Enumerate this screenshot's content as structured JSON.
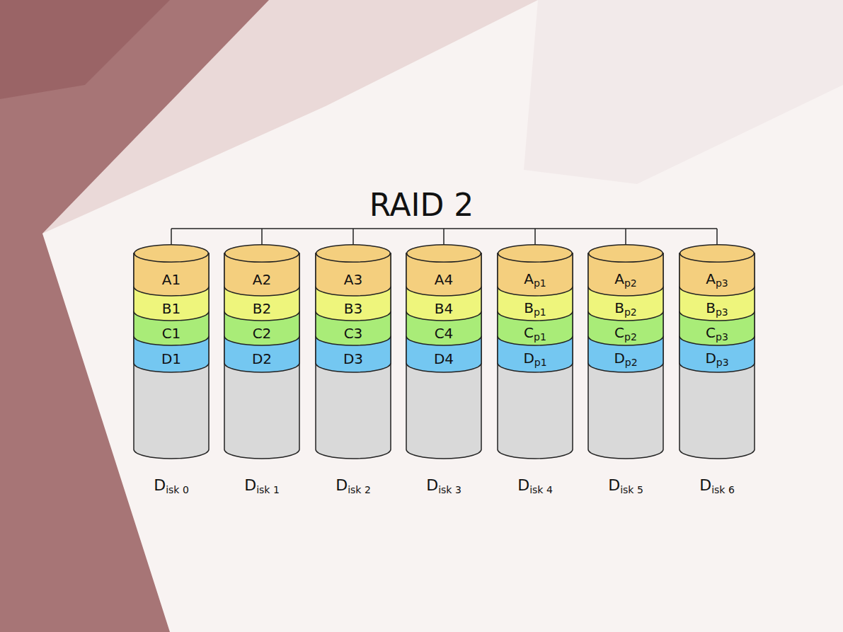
{
  "diagram": {
    "title": "RAID 2",
    "nodes": [
      {
        "text": [
          "Disk 0"
        ]
      },
      {
        "text": [
          "A1"
        ],
        "in": 0
      },
      {
        "text": [
          "B1"
        ],
        "in": 0
      },
      {
        "text": [
          "C1"
        ],
        "in": 0
      },
      {
        "text": [
          "D1"
        ],
        "in": 0
      },
      {
        "text": [
          "Disk 1"
        ]
      },
      {
        "text": [
          "A2"
        ],
        "in": 5
      },
      {
        "text": [
          "B2"
        ],
        "in": 5
      },
      {
        "text": [
          "C2"
        ],
        "in": 5
      },
      {
        "text": [
          "D2"
        ],
        "in": 5
      },
      {
        "text": [
          "Disk 2"
        ]
      },
      {
        "text": [
          "A3"
        ],
        "in": 10
      },
      {
        "text": [
          "B3"
        ],
        "in": 10
      },
      {
        "text": [
          "C3"
        ],
        "in": 10
      },
      {
        "text": [
          "D3"
        ],
        "in": 10
      },
      {
        "text": [
          "Disk 3"
        ]
      },
      {
        "text": [
          "A4"
        ],
        "in": 15
      },
      {
        "text": [
          "B4"
        ],
        "in": 15
      },
      {
        "text": [
          "C4"
        ],
        "in": 15
      },
      {
        "text": [
          "D4"
        ],
        "in": 15
      },
      {
        "text": [
          "Disk 4"
        ]
      },
      {
        "text": [
          "Ap1"
        ],
        "in": 20
      },
      {
        "text": [
          "Bp1"
        ],
        "in": 20
      },
      {
        "text": [
          "Cp1"
        ],
        "in": 20
      },
      {
        "text": [
          "Dp1"
        ],
        "in": 20
      },
      {
        "text": [
          "Disk 5"
        ]
      },
      {
        "text": [
          "Ap2"
        ],
        "in": 25
      },
      {
        "text": [
          "Bp2"
        ],
        "in": 25
      },
      {
        "text": [
          "Cp2"
        ],
        "in": 25
      },
      {
        "text": [
          "Dp2"
        ],
        "in": 25
      },
      {
        "text": [
          "Disk 6"
        ]
      },
      {
        "text": [
          "Ap3"
        ],
        "in": 30
      },
      {
        "text": [
          "Bp3"
        ],
        "in": 30
      },
      {
        "text": [
          "Cp3"
        ],
        "in": 30
      },
      {
        "text": [
          "Dp3"
        ],
        "in": 30
      }
    ]
  }
}
